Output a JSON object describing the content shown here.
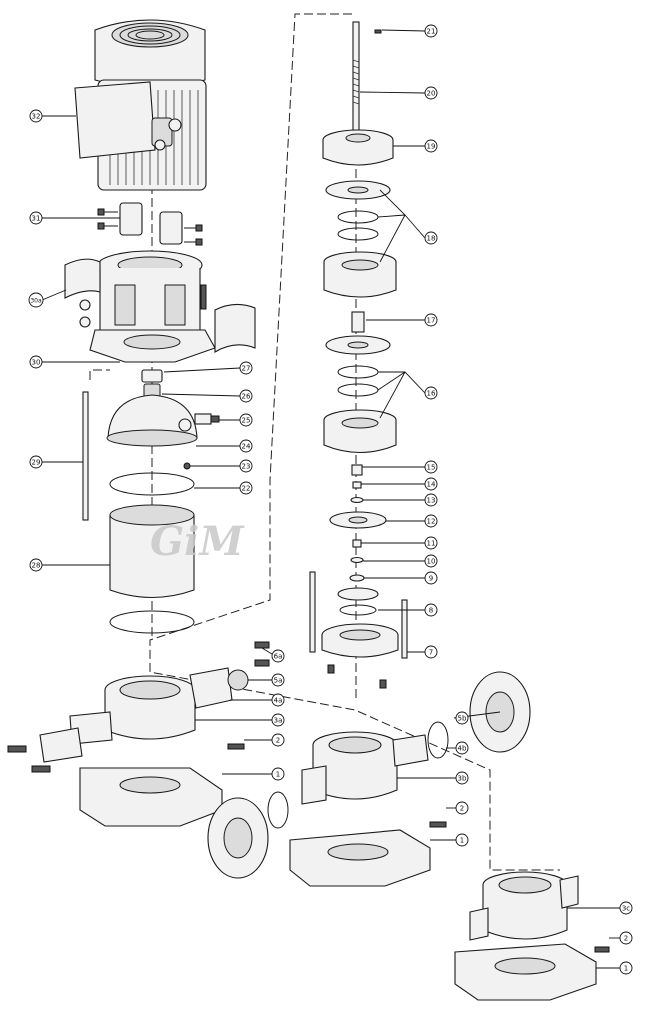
{
  "watermark": "GiM",
  "callouts": [
    {
      "id": "c21",
      "label": "21"
    },
    {
      "id": "c20",
      "label": "20"
    },
    {
      "id": "c19",
      "label": "19"
    },
    {
      "id": "c18",
      "label": "18"
    },
    {
      "id": "c17",
      "label": "17"
    },
    {
      "id": "c16",
      "label": "16"
    },
    {
      "id": "c15",
      "label": "15"
    },
    {
      "id": "c14",
      "label": "14"
    },
    {
      "id": "c13",
      "label": "13"
    },
    {
      "id": "c12",
      "label": "12"
    },
    {
      "id": "c11",
      "label": "11"
    },
    {
      "id": "c10",
      "label": "10"
    },
    {
      "id": "c9",
      "label": "9"
    },
    {
      "id": "c8",
      "label": "8"
    },
    {
      "id": "c7",
      "label": "7"
    },
    {
      "id": "c32",
      "label": "32"
    },
    {
      "id": "c31",
      "label": "31"
    },
    {
      "id": "c30a",
      "label": "30a"
    },
    {
      "id": "c30",
      "label": "30"
    },
    {
      "id": "c27",
      "label": "27"
    },
    {
      "id": "c26",
      "label": "26"
    },
    {
      "id": "c25",
      "label": "25"
    },
    {
      "id": "c24",
      "label": "24"
    },
    {
      "id": "c23",
      "label": "23"
    },
    {
      "id": "c22",
      "label": "22"
    },
    {
      "id": "c29",
      "label": "29"
    },
    {
      "id": "c28",
      "label": "28"
    },
    {
      "id": "c6a",
      "label": "6a"
    },
    {
      "id": "c5a",
      "label": "5a"
    },
    {
      "id": "c4a",
      "label": "4a"
    },
    {
      "id": "c3a",
      "label": "3a"
    },
    {
      "id": "c2a",
      "label": "2"
    },
    {
      "id": "c1a",
      "label": "1"
    },
    {
      "id": "c5b",
      "label": "5b"
    },
    {
      "id": "c4b",
      "label": "4b"
    },
    {
      "id": "c3b",
      "label": "3b"
    },
    {
      "id": "c2b",
      "label": "2"
    },
    {
      "id": "c1b",
      "label": "1"
    },
    {
      "id": "c3c",
      "label": "3c"
    },
    {
      "id": "c2c",
      "label": "2"
    },
    {
      "id": "c1c",
      "label": "1"
    }
  ]
}
